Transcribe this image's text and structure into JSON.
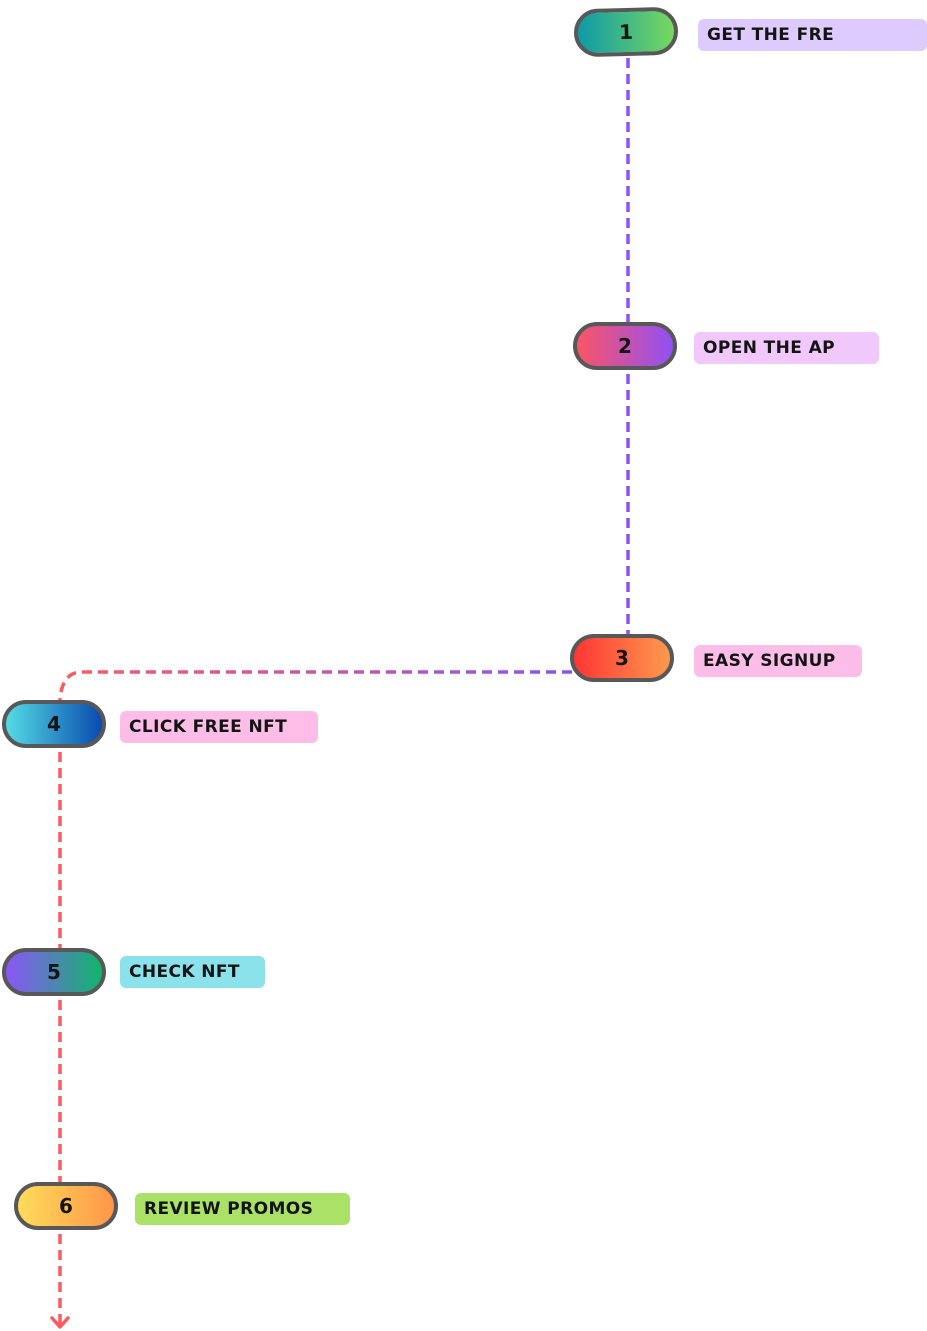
{
  "steps": [
    {
      "number": "1",
      "label": "GET THE FRE",
      "pill_gradient": [
        "#0e9aa7",
        "#78d85e"
      ],
      "label_bg": "#dccbfc"
    },
    {
      "number": "2",
      "label": "OPEN THE AP",
      "pill_gradient": [
        "#fa5565",
        "#9150f6"
      ],
      "label_bg": "#f0c8fb"
    },
    {
      "number": "3",
      "label": "EASY SIGNUP",
      "pill_gradient": [
        "#ff3535",
        "#ff9a4d"
      ],
      "label_bg": "#fcbde9"
    },
    {
      "number": "4",
      "label": "CLICK FREE NFT",
      "pill_gradient": [
        "#55dbe4",
        "#0a4bae"
      ],
      "label_bg": "#fdbde6"
    },
    {
      "number": "5",
      "label": "CHECK NFT",
      "pill_gradient": [
        "#8b57f8",
        "#10b56a"
      ],
      "label_bg": "#8be2ea"
    },
    {
      "number": "6",
      "label": "REVIEW PROMOS",
      "pill_gradient": [
        "#ffdc5a",
        "#ff9648"
      ],
      "label_bg": "#a9e266"
    }
  ],
  "connectors": {
    "upper_color": "#9150f6",
    "lower_color": "#ff5a5f",
    "end_marker": "arrow-down"
  }
}
